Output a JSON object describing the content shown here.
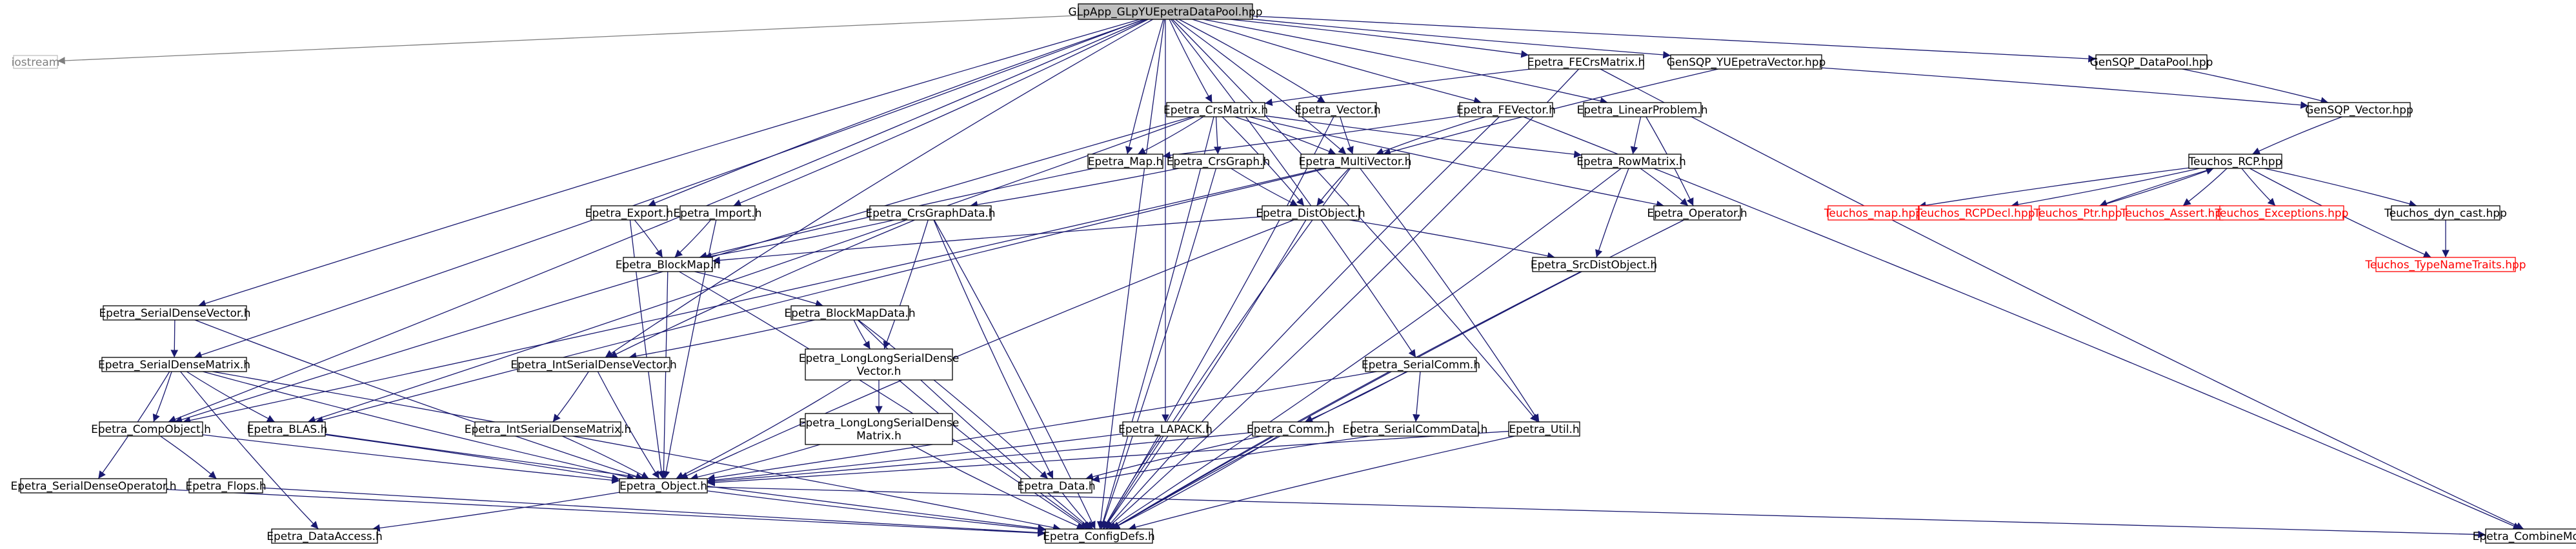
{
  "graph": {
    "nodes": [
      {
        "id": "root",
        "label": "GLpApp_GLpYUEpetraDataPool.hpp",
        "kind": "root"
      },
      {
        "id": "iostream",
        "label": "iostream",
        "kind": "missing"
      },
      {
        "id": "fecrs",
        "label": "Epetra_FECrsMatrix.h",
        "kind": "normal"
      },
      {
        "id": "gsqpyue",
        "label": "GenSQP_YUEpetraVector.hpp",
        "kind": "normal"
      },
      {
        "id": "gsqpdp",
        "label": "GenSQP_DataPool.hpp",
        "kind": "normal"
      },
      {
        "id": "crsmat",
        "label": "Epetra_CrsMatrix.h",
        "kind": "normal"
      },
      {
        "id": "vector",
        "label": "Epetra_Vector.h",
        "kind": "normal"
      },
      {
        "id": "fevec",
        "label": "Epetra_FEVector.h",
        "kind": "normal"
      },
      {
        "id": "linprob",
        "label": "Epetra_LinearProblem.h",
        "kind": "normal"
      },
      {
        "id": "gsqpvec",
        "label": "GenSQP_Vector.hpp",
        "kind": "normal"
      },
      {
        "id": "map",
        "label": "Epetra_Map.h",
        "kind": "normal"
      },
      {
        "id": "crsgraph",
        "label": "Epetra_CrsGraph.h",
        "kind": "normal"
      },
      {
        "id": "multivec",
        "label": "Epetra_MultiVector.h",
        "kind": "normal"
      },
      {
        "id": "rowmat",
        "label": "Epetra_RowMatrix.h",
        "kind": "normal"
      },
      {
        "id": "trcp",
        "label": "Teuchos_RCP.hpp",
        "kind": "normal"
      },
      {
        "id": "export",
        "label": "Epetra_Export.h",
        "kind": "normal"
      },
      {
        "id": "import",
        "label": "Epetra_Import.h",
        "kind": "normal"
      },
      {
        "id": "crsgd",
        "label": "Epetra_CrsGraphData.h",
        "kind": "normal"
      },
      {
        "id": "distobj",
        "label": "Epetra_DistObject.h",
        "kind": "normal"
      },
      {
        "id": "operator",
        "label": "Epetra_Operator.h",
        "kind": "normal"
      },
      {
        "id": "tmap",
        "label": "Teuchos_map.hpp",
        "kind": "external"
      },
      {
        "id": "trcpdecl",
        "label": "Teuchos_RCPDecl.hpp",
        "kind": "external"
      },
      {
        "id": "tptr",
        "label": "Teuchos_Ptr.hpp",
        "kind": "external"
      },
      {
        "id": "tassert",
        "label": "Teuchos_Assert.hpp",
        "kind": "external"
      },
      {
        "id": "texc",
        "label": "Teuchos_Exceptions.hpp",
        "kind": "external"
      },
      {
        "id": "tdyn",
        "label": "Teuchos_dyn_cast.hpp",
        "kind": "normal"
      },
      {
        "id": "blockmap",
        "label": "Epetra_BlockMap.h",
        "kind": "normal"
      },
      {
        "id": "srcdist",
        "label": "Epetra_SrcDistObject.h",
        "kind": "normal"
      },
      {
        "id": "ttnt",
        "label": "Teuchos_TypeNameTraits.hpp",
        "kind": "external"
      },
      {
        "id": "sdvec",
        "label": "Epetra_SerialDenseVector.h",
        "kind": "normal"
      },
      {
        "id": "bmapdata",
        "label": "Epetra_BlockMapData.h",
        "kind": "normal"
      },
      {
        "id": "sdmat",
        "label": "Epetra_SerialDenseMatrix.h",
        "kind": "normal"
      },
      {
        "id": "isdvec",
        "label": "Epetra_IntSerialDenseVector.h",
        "kind": "normal"
      },
      {
        "id": "llsdvec",
        "label": "Epetra_LongLongSerialDense\nVector.h",
        "kind": "normal"
      },
      {
        "id": "scomm",
        "label": "Epetra_SerialComm.h",
        "kind": "normal"
      },
      {
        "id": "compobj",
        "label": "Epetra_CompObject.h",
        "kind": "normal"
      },
      {
        "id": "blas",
        "label": "Epetra_BLAS.h",
        "kind": "normal"
      },
      {
        "id": "isdmat",
        "label": "Epetra_IntSerialDenseMatrix.h",
        "kind": "normal"
      },
      {
        "id": "llsdmat",
        "label": "Epetra_LongLongSerialDense\nMatrix.h",
        "kind": "normal"
      },
      {
        "id": "lapack",
        "label": "Epetra_LAPACK.h",
        "kind": "normal"
      },
      {
        "id": "comm",
        "label": "Epetra_Comm.h",
        "kind": "normal"
      },
      {
        "id": "scommdata",
        "label": "Epetra_SerialCommData.h",
        "kind": "normal"
      },
      {
        "id": "util",
        "label": "Epetra_Util.h",
        "kind": "normal"
      },
      {
        "id": "sdop",
        "label": "Epetra_SerialDenseOperator.h",
        "kind": "normal"
      },
      {
        "id": "flops",
        "label": "Epetra_Flops.h",
        "kind": "normal"
      },
      {
        "id": "object",
        "label": "Epetra_Object.h",
        "kind": "normal"
      },
      {
        "id": "data",
        "label": "Epetra_Data.h",
        "kind": "normal"
      },
      {
        "id": "dataacc",
        "label": "Epetra_DataAccess.h",
        "kind": "normal"
      },
      {
        "id": "configdefs",
        "label": "Epetra_ConfigDefs.h",
        "kind": "normal"
      },
      {
        "id": "combmode",
        "label": "Epetra_CombineMode.h",
        "kind": "normal"
      }
    ],
    "edges": [
      [
        "root",
        "iostream"
      ],
      [
        "root",
        "fecrs"
      ],
      [
        "root",
        "gsqpyue"
      ],
      [
        "root",
        "gsqpdp"
      ],
      [
        "root",
        "crsmat"
      ],
      [
        "root",
        "vector"
      ],
      [
        "root",
        "fevec"
      ],
      [
        "root",
        "linprob"
      ],
      [
        "root",
        "map"
      ],
      [
        "root",
        "multivec"
      ],
      [
        "root",
        "export"
      ],
      [
        "root",
        "import"
      ],
      [
        "root",
        "sdvec"
      ],
      [
        "root",
        "sdmat"
      ],
      [
        "root",
        "isdvec"
      ],
      [
        "root",
        "scomm"
      ],
      [
        "root",
        "lapack"
      ],
      [
        "root",
        "util"
      ],
      [
        "root",
        "configdefs"
      ],
      [
        "root",
        "compobj"
      ],
      [
        "fecrs",
        "crsmat"
      ],
      [
        "fecrs",
        "configdefs"
      ],
      [
        "fecrs",
        "combmode"
      ],
      [
        "gsqpyue",
        "gsqpvec"
      ],
      [
        "gsqpyue",
        "multivec"
      ],
      [
        "gsqpdp",
        "gsqpvec"
      ],
      [
        "gsqpvec",
        "trcp"
      ],
      [
        "crsmat",
        "map"
      ],
      [
        "crsmat",
        "crsgraph"
      ],
      [
        "crsmat",
        "multivec"
      ],
      [
        "crsmat",
        "rowmat"
      ],
      [
        "crsmat",
        "distobj"
      ],
      [
        "crsmat",
        "compobj"
      ],
      [
        "crsmat",
        "blas"
      ],
      [
        "crsmat",
        "operator"
      ],
      [
        "crsmat",
        "configdefs"
      ],
      [
        "vector",
        "multivec"
      ],
      [
        "vector",
        "configdefs"
      ],
      [
        "fevec",
        "multivec"
      ],
      [
        "fevec",
        "map"
      ],
      [
        "fevec",
        "configdefs"
      ],
      [
        "fevec",
        "combmode"
      ],
      [
        "linprob",
        "rowmat"
      ],
      [
        "linprob",
        "operator"
      ],
      [
        "map",
        "blockmap"
      ],
      [
        "crsgraph",
        "crsgd"
      ],
      [
        "crsgraph",
        "distobj"
      ],
      [
        "crsgraph",
        "configdefs"
      ],
      [
        "multivec",
        "distobj"
      ],
      [
        "multivec",
        "compobj"
      ],
      [
        "multivec",
        "blas"
      ],
      [
        "multivec",
        "util"
      ],
      [
        "multivec",
        "configdefs"
      ],
      [
        "rowmat",
        "operator"
      ],
      [
        "rowmat",
        "srcdist"
      ],
      [
        "rowmat",
        "configdefs"
      ],
      [
        "trcp",
        "tmap"
      ],
      [
        "trcp",
        "trcpdecl"
      ],
      [
        "trcp",
        "tptr"
      ],
      [
        "trcp",
        "tassert"
      ],
      [
        "trcp",
        "texc"
      ],
      [
        "trcp",
        "tdyn"
      ],
      [
        "trcp",
        "ttnt"
      ],
      [
        "tptr",
        "trcp"
      ],
      [
        "tdyn",
        "ttnt"
      ],
      [
        "export",
        "blockmap"
      ],
      [
        "export",
        "object"
      ],
      [
        "import",
        "blockmap"
      ],
      [
        "import",
        "object"
      ],
      [
        "crsgd",
        "blockmap"
      ],
      [
        "crsgd",
        "isdvec"
      ],
      [
        "crsgd",
        "llsdvec"
      ],
      [
        "crsgd",
        "data"
      ],
      [
        "crsgd",
        "configdefs"
      ],
      [
        "distobj",
        "blockmap"
      ],
      [
        "distobj",
        "srcdist"
      ],
      [
        "distobj",
        "object"
      ],
      [
        "distobj",
        "configdefs"
      ],
      [
        "operator",
        "configdefs"
      ],
      [
        "blockmap",
        "bmapdata"
      ],
      [
        "blockmap",
        "object"
      ],
      [
        "blockmap",
        "configdefs"
      ],
      [
        "srcdist",
        "configdefs"
      ],
      [
        "bmapdata",
        "isdvec"
      ],
      [
        "bmapdata",
        "llsdvec"
      ],
      [
        "bmapdata",
        "data"
      ],
      [
        "bmapdata",
        "configdefs"
      ],
      [
        "sdvec",
        "sdmat"
      ],
      [
        "sdvec",
        "object"
      ],
      [
        "sdmat",
        "compobj"
      ],
      [
        "sdmat",
        "blas"
      ],
      [
        "sdmat",
        "sdop"
      ],
      [
        "sdmat",
        "object"
      ],
      [
        "sdmat",
        "configdefs"
      ],
      [
        "sdmat",
        "dataacc"
      ],
      [
        "isdvec",
        "isdmat"
      ],
      [
        "isdvec",
        "object"
      ],
      [
        "isdmat",
        "object"
      ],
      [
        "llsdvec",
        "llsdmat"
      ],
      [
        "llsdvec",
        "object"
      ],
      [
        "llsdvec",
        "configdefs"
      ],
      [
        "llsdmat",
        "object"
      ],
      [
        "llsdmat",
        "configdefs"
      ],
      [
        "scomm",
        "comm"
      ],
      [
        "scomm",
        "scommdata"
      ],
      [
        "scomm",
        "object"
      ],
      [
        "scomm",
        "configdefs"
      ],
      [
        "compobj",
        "flops"
      ],
      [
        "compobj",
        "object"
      ],
      [
        "blas",
        "object"
      ],
      [
        "blas",
        "configdefs"
      ],
      [
        "lapack",
        "object"
      ],
      [
        "lapack",
        "configdefs"
      ],
      [
        "comm",
        "object"
      ],
      [
        "comm",
        "data"
      ],
      [
        "comm",
        "configdefs"
      ],
      [
        "scommdata",
        "data"
      ],
      [
        "util",
        "object"
      ],
      [
        "util",
        "configdefs"
      ],
      [
        "sdop",
        "configdefs"
      ],
      [
        "flops",
        "configdefs"
      ],
      [
        "object",
        "dataacc"
      ],
      [
        "object",
        "configdefs"
      ],
      [
        "object",
        "combmode"
      ],
      [
        "data",
        "configdefs"
      ]
    ]
  }
}
